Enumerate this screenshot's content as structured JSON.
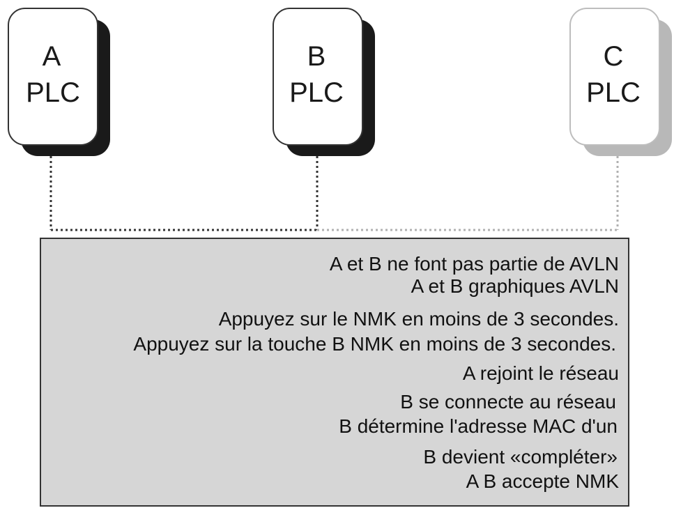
{
  "nodes": [
    {
      "letter": "A",
      "type": "PLC"
    },
    {
      "letter": "B",
      "type": "PLC"
    },
    {
      "letter": "C",
      "type": "PLC"
    }
  ],
  "steps": [
    "A et B ne font pas partie de AVLN",
    "A et B graphiques AVLN",
    "Appuyez sur le NMK en moins de 3 secondes.",
    "Appuyez sur la touche B NMK en moins de 3 secondes.",
    "A rejoint le réseau",
    "B se connecte au réseau",
    "B détermine l'adresse MAC d'un",
    "B devient «compléter»",
    "A B accepte NMK"
  ],
  "colors": {
    "box_fill": "#d6d6d6",
    "box_border": "#333333",
    "node_shadow_dark": "#1a1a1a",
    "node_shadow_light": "#b8b8b8",
    "line_dark": "#333333",
    "line_light": "#b0b0b0"
  }
}
